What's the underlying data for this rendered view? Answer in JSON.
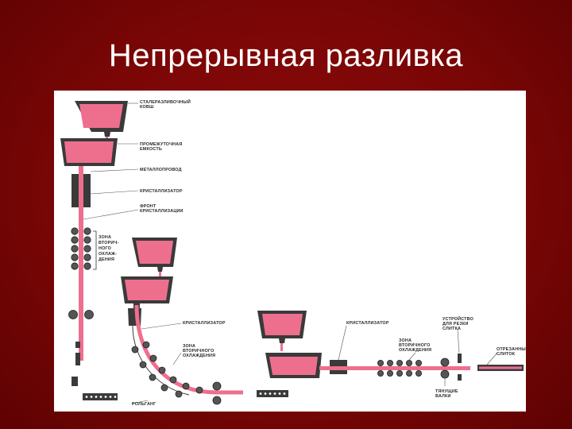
{
  "slide": {
    "title": "Непрерывная разливка"
  },
  "colors": {
    "background": "#7a0606",
    "metal": "#ee6f8d",
    "equipment": "#3a3a3a",
    "panel": "#ffffff"
  },
  "labels": {
    "ladle": [
      "СТАЛЕРАЗЛИВОЧНЫЙ",
      "КОВШ"
    ],
    "tundish": [
      "ПРОМЕЖУТОЧНАЯ",
      "ЕМКОСТЬ"
    ],
    "nozzle": [
      "МЕТАЛЛОПРОВОД"
    ],
    "mold_vertical": [
      "КРИСТАЛЛИЗАТОР"
    ],
    "crystallization_front": [
      "ФРОНТ",
      "КРИСТАЛЛИЗАЦИИ"
    ],
    "secondary_cooling_vertical": [
      "ЗОНА",
      "ВТОРИЧ-",
      "НОГО",
      "ОХЛАЖ-",
      "ДЕНИЯ"
    ],
    "mold_radial": [
      "КРИСТАЛЛИЗАТОР"
    ],
    "secondary_cooling_radial": [
      "ЗОНА",
      "ВТОРИЧНОГО",
      "ОХЛАЖДЕНИЯ"
    ],
    "roller_table": [
      "РОЛЬГАНГ"
    ],
    "mold_horizontal": [
      "КРИСТАЛЛИЗАТОР"
    ],
    "secondary_cooling_horizontal": [
      "ЗОНА",
      "ВТОРИЧНОГО",
      "ОХЛАЖДЕНИЯ"
    ],
    "cutting_device": [
      "УСТРОЙСТВО",
      "ДЛЯ РЕЗКИ",
      "СЛИТКА"
    ],
    "pull_rolls": [
      "ТЯНУЩИЕ",
      "ВАЛКИ"
    ],
    "cut_ingot": [
      "ОТРЕЗАННЫЙ",
      "СЛИТОК"
    ]
  }
}
